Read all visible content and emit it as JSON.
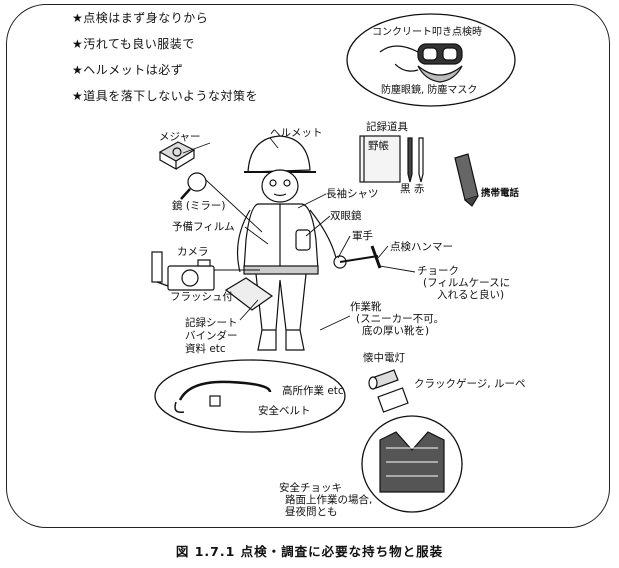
{
  "tips": [
    "★点検はまず身なりから",
    "★汚れても良い服装で",
    "★ヘルメットは必ず",
    "★道具を落下しないような対策を"
  ],
  "labels": {
    "concrete_hammering": "コンクリート叩き点検時",
    "dust_goggles_mask": "防塵眼鏡, 防塵マスク",
    "tape_measure": "メジャー",
    "helmet": "ヘルメット",
    "recording_tools": "記録道具",
    "notebook": "野帳",
    "black_red": "黒 赤",
    "mobile_phone": "携帯電話",
    "mirror": "鏡 (ミラー)",
    "long_sleeve": "長袖シャツ",
    "binoculars": "双眼鏡",
    "spare_film": "予備フィルム",
    "gloves": "軍手",
    "inspection_hammer": "点検ハンマー",
    "camera": "カメラ",
    "chalk_line1": "チョーク",
    "chalk_line2": "(フィルムケースに",
    "chalk_line3": "入れると良い)",
    "with_flash": "フラッシュ付",
    "work_shoes_line1": "作業靴",
    "work_shoes_line2": "(スニーカー不可。",
    "work_shoes_line3": "底の厚い靴を)",
    "record_sheet": "記録シート",
    "binder": "バインダー",
    "materials": "資料 etc",
    "flashlight": "懐中電灯",
    "crack_gauge": "クラックゲージ, ルーペ",
    "high_place": "高所作業 etc",
    "safety_belt": "安全ベルト",
    "safety_vest_line1": "安全チョッキ",
    "safety_vest_line2": "路面上作業の場合,",
    "safety_vest_line3": "昼夜問とも"
  },
  "caption": "図 1.7.1 点検・調査に必要な持ち物と服装"
}
